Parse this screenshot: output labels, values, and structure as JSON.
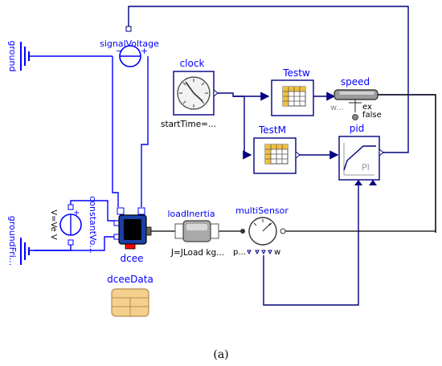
{
  "components": {
    "ground_top": "ground",
    "ground_bottom": "groundFri...",
    "signal_voltage": "signalVoltage",
    "constant_voltage": "constantVo...",
    "constant_voltage_param": "V=Ve V",
    "clock": "clock",
    "clock_param": "startTime=...",
    "testw": "Testw",
    "testm": "TestM",
    "speed": "speed",
    "speed_port": "w...",
    "speed_exact": "ex",
    "speed_false": "false",
    "pid": "pid",
    "pid_inner": "PI",
    "dcee": "dcee",
    "dcee_data": "dceeData",
    "load_inertia": "loadInertia",
    "load_inertia_param": "J=JLoad kg...",
    "multi_sensor": "multiSensor",
    "multi_sensor_p": "p...",
    "multi_sensor_w": "w"
  },
  "caption": "(a)",
  "colors": {
    "electric": "#0000ff",
    "signal": "#000080",
    "mechanical": "#000000",
    "motor": "#1c3fa6"
  }
}
